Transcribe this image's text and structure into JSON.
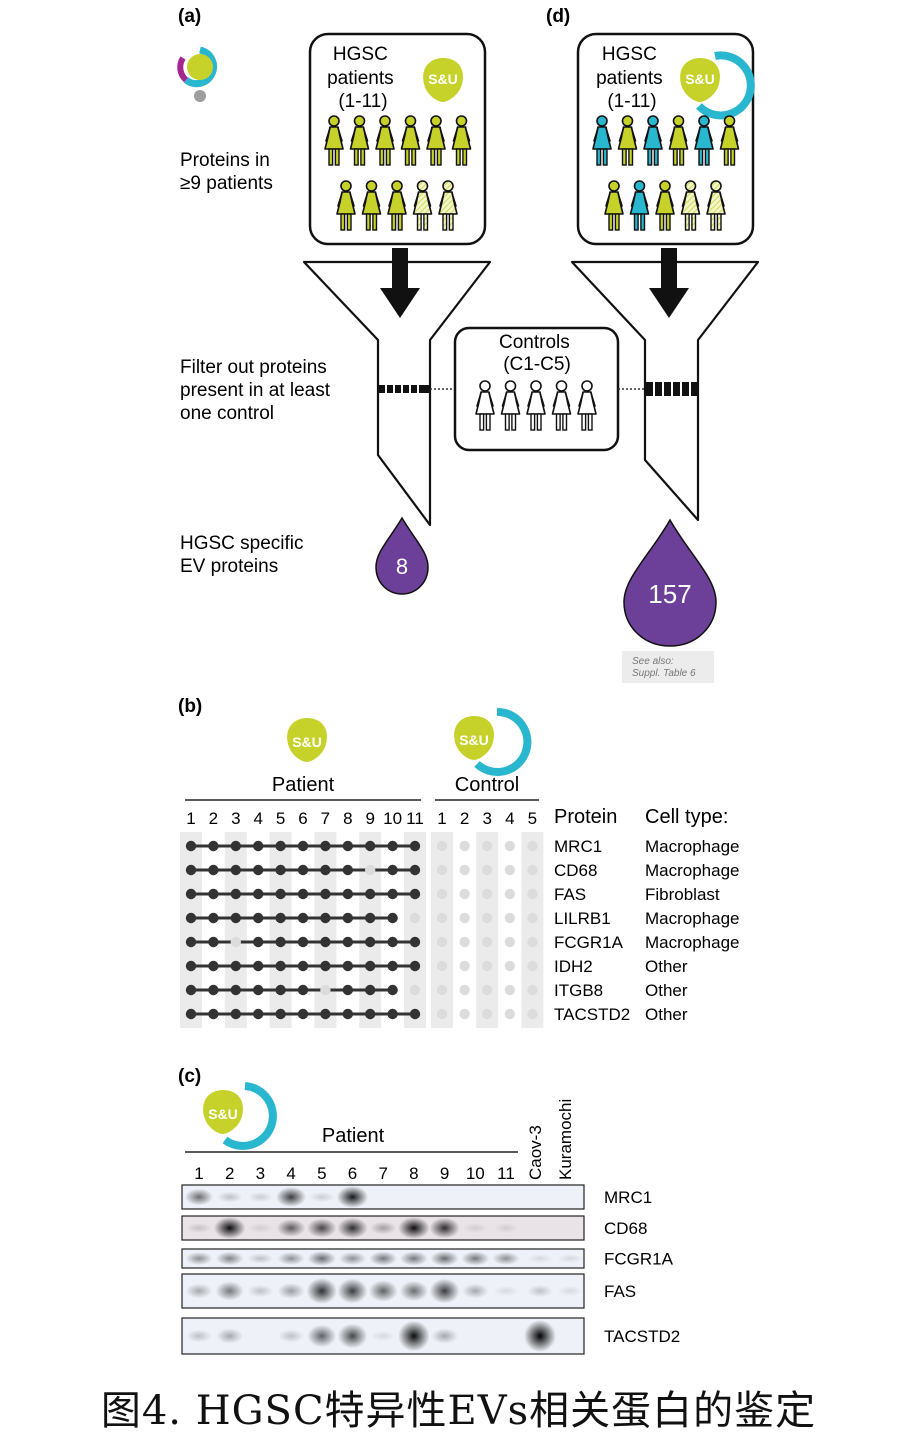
{
  "panel_a": {
    "label": "(a)",
    "box_title_lines": [
      "HGSC",
      "patients",
      "(1-11)"
    ],
    "badge": "S&U",
    "step1_lines": [
      "Proteins in",
      "≥9 patients"
    ],
    "step2_lines": [
      "Filter out proteins",
      "present in at least",
      "one control"
    ],
    "step3_lines": [
      "HGSC specific",
      "EV proteins"
    ],
    "result": "8"
  },
  "controls": {
    "title_lines": [
      "Controls",
      "(C1-C5)"
    ]
  },
  "panel_d": {
    "label": "(d)",
    "box_title_lines": [
      "HGSC",
      "patients",
      "(1-11)"
    ],
    "badge": "S&U",
    "badge_sup": "U",
    "result": "157",
    "note_lines": [
      "See also:",
      "Suppl. Table 6"
    ]
  },
  "panel_b": {
    "label": "(b)",
    "badge_patient": "S&U",
    "badge_control": "S&U",
    "badge_control_sup": "U",
    "patient_title": "Patient",
    "control_title": "Control",
    "patient_numbers": [
      "1",
      "2",
      "3",
      "4",
      "5",
      "6",
      "7",
      "8",
      "9",
      "10",
      "11"
    ],
    "control_numbers": [
      "1",
      "2",
      "3",
      "4",
      "5"
    ],
    "col_protein": "Protein",
    "col_celltype": "Cell type:",
    "rows": [
      {
        "protein": "MRC1",
        "cell": "Macrophage",
        "present": [
          1,
          1,
          1,
          1,
          1,
          1,
          1,
          1,
          1,
          1,
          1
        ]
      },
      {
        "protein": "CD68",
        "cell": "Macrophage",
        "present": [
          1,
          1,
          1,
          1,
          1,
          1,
          1,
          1,
          0,
          1,
          1
        ]
      },
      {
        "protein": "FAS",
        "cell": "Fibroblast",
        "present": [
          1,
          1,
          1,
          1,
          1,
          1,
          1,
          1,
          1,
          1,
          1
        ]
      },
      {
        "protein": "LILRB1",
        "cell": "Macrophage",
        "present": [
          1,
          1,
          1,
          1,
          1,
          1,
          1,
          1,
          1,
          1,
          0
        ]
      },
      {
        "protein": "FCGR1A",
        "cell": "Macrophage",
        "present": [
          1,
          1,
          0,
          1,
          1,
          1,
          1,
          1,
          1,
          1,
          1
        ]
      },
      {
        "protein": "IDH2",
        "cell": "Other",
        "present": [
          1,
          1,
          1,
          1,
          1,
          1,
          1,
          1,
          1,
          1,
          1
        ]
      },
      {
        "protein": "ITGB8",
        "cell": "Other",
        "present": [
          1,
          1,
          1,
          1,
          1,
          1,
          0,
          1,
          1,
          1,
          0
        ]
      },
      {
        "protein": "TACSTD2",
        "cell": "Other",
        "present": [
          1,
          1,
          1,
          1,
          1,
          1,
          1,
          1,
          1,
          1,
          1
        ]
      }
    ]
  },
  "panel_c": {
    "label": "(c)",
    "badge": "S&U",
    "badge_sup": "U",
    "patient_title": "Patient",
    "lane_numbers": [
      "1",
      "2",
      "3",
      "4",
      "5",
      "6",
      "7",
      "8",
      "9",
      "10",
      "11"
    ],
    "cell_lines": [
      "Caov-3",
      "Kuramochi"
    ],
    "blots": [
      {
        "name": "MRC1",
        "intensity": [
          0.55,
          0.2,
          0.15,
          0.75,
          0.15,
          0.9,
          0.05,
          0.05,
          0.05,
          0.05,
          0.05,
          0.05,
          0.05
        ]
      },
      {
        "name": "CD68",
        "intensity": [
          0.15,
          0.95,
          0.1,
          0.6,
          0.7,
          0.8,
          0.3,
          0.95,
          0.8,
          0.1,
          0.1,
          0.05,
          0.05
        ]
      },
      {
        "name": "FCGR1A",
        "intensity": [
          0.4,
          0.45,
          0.2,
          0.4,
          0.55,
          0.4,
          0.5,
          0.5,
          0.55,
          0.5,
          0.4,
          0.1,
          0.1
        ]
      },
      {
        "name": "FAS",
        "intensity": [
          0.3,
          0.5,
          0.2,
          0.35,
          0.8,
          0.75,
          0.6,
          0.55,
          0.75,
          0.3,
          0.1,
          0.2,
          0.1
        ]
      },
      {
        "name": "TACSTD2",
        "intensity": [
          0.2,
          0.3,
          0.05,
          0.2,
          0.6,
          0.7,
          0.1,
          0.95,
          0.3,
          0.05,
          0.05,
          1.0,
          0.05
        ]
      }
    ]
  },
  "caption": "图4. HGSC特异性EVs相关蛋白的鉴定"
}
